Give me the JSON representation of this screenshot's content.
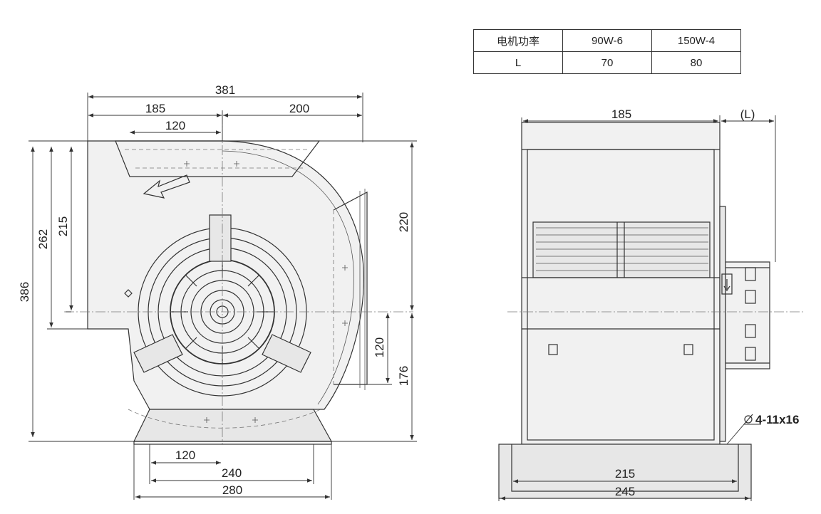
{
  "spec_table": {
    "header": [
      "电机功率",
      "90W-6",
      "150W-4"
    ],
    "row": [
      "L",
      "70",
      "80"
    ]
  },
  "front_view": {
    "dims": {
      "overall_width": "381",
      "left_width": "185",
      "right_width": "200",
      "outlet_offset": "120",
      "overall_height": "386",
      "height_262": "262",
      "height_215": "215",
      "height_220": "220",
      "height_120": "120",
      "height_176": "176",
      "base_120": "120",
      "base_240": "240",
      "base_280": "280"
    }
  },
  "side_view": {
    "dims": {
      "width_185": "185",
      "motor_length": "(L)",
      "base_215": "215",
      "base_245": "245",
      "mounting_holes": "4-11x16"
    }
  }
}
